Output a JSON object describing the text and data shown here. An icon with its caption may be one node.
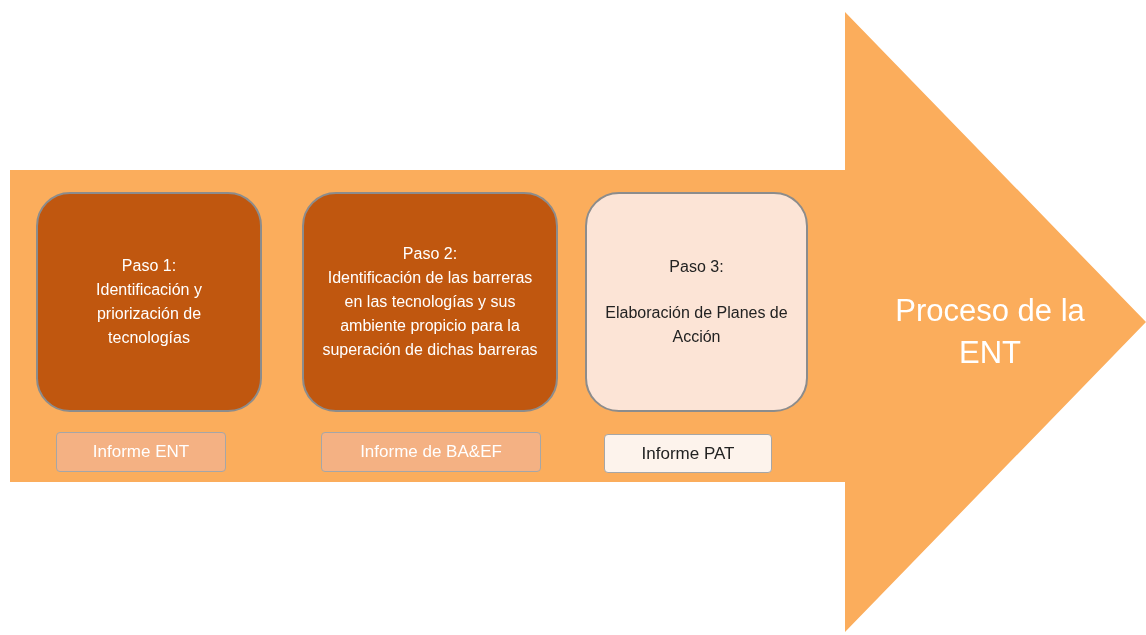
{
  "diagram": {
    "nodes": [
      {
        "text": [
          "Proceso de la ENT"
        ]
      },
      {
        "text": [
          "Paso 1:",
          "Identificación y priorización de tecnologías"
        ],
        "in": 0
      },
      {
        "text": [
          "Paso 2:",
          "Identificación de las barreras en las tecnologías y sus ambiente propicio para la superación de dichas barreras"
        ],
        "in": 0
      },
      {
        "text": [
          "Paso 3:",
          "Elaboración de Planes de Acción"
        ],
        "in": 0
      },
      {
        "text": [
          "Informe ENT"
        ],
        "in": 0
      },
      {
        "text": [
          "Informe de BA&EF"
        ],
        "in": 0
      },
      {
        "text": [
          "Informe PAT"
        ],
        "in": 0
      }
    ]
  }
}
